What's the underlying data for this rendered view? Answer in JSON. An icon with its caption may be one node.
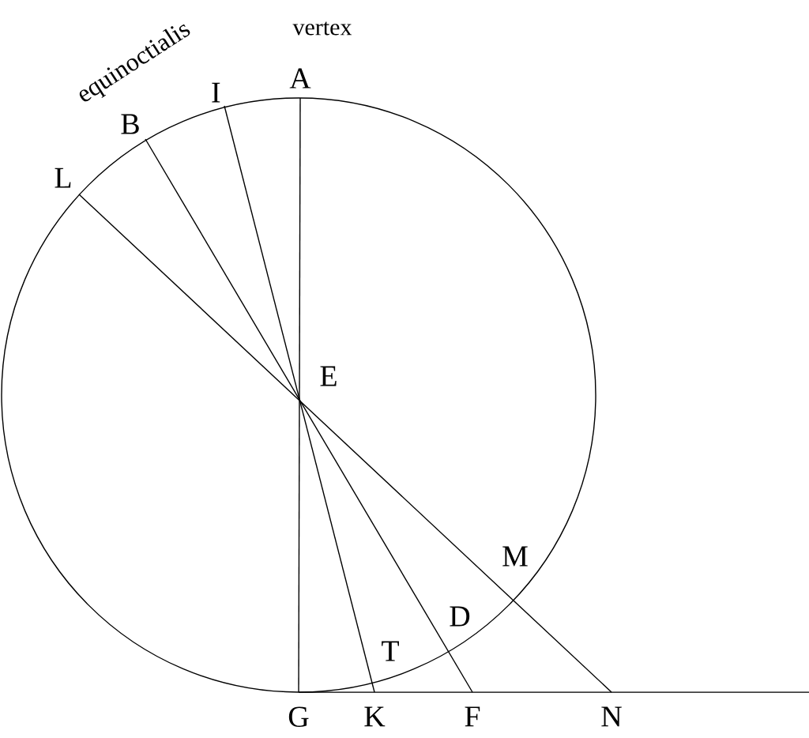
{
  "diagram": {
    "nodes": [
      {
        "text": [
          "A"
        ]
      },
      {
        "text": [
          "I"
        ]
      },
      {
        "text": [
          "B"
        ]
      },
      {
        "text": [
          "L"
        ]
      },
      {
        "text": [
          "G"
        ]
      },
      {
        "text": [
          "K"
        ]
      },
      {
        "text": [
          "F"
        ]
      },
      {
        "text": [
          "N"
        ]
      }
    ],
    "edges": [
      {
        "from": 0,
        "to": 4,
        "arrow": "none"
      },
      {
        "from": 1,
        "to": 5,
        "arrow": "none"
      },
      {
        "from": 2,
        "to": 6,
        "arrow": "none"
      },
      {
        "from": 3,
        "to": 7,
        "arrow": "none"
      },
      {
        "from": 4,
        "to": null,
        "arrow": "none"
      }
    ],
    "labels": [
      "equinoctialis",
      "vertex",
      "E",
      "M",
      "D",
      "T"
    ]
  }
}
